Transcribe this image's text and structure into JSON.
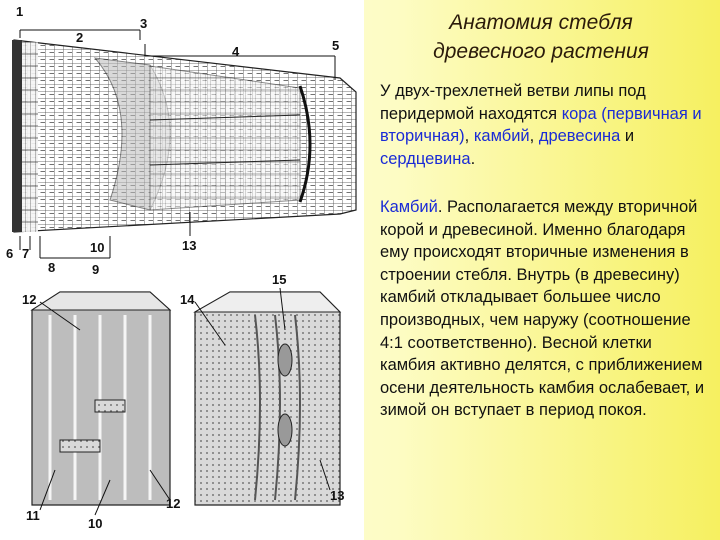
{
  "slide": {
    "title_line1": "Анатомия стебля",
    "title_line2": "древесного растения",
    "para1": {
      "t1": "У двух-трехлетней ветви липы под перидермой находятся ",
      "kora": "кора (первичная и вторичная)",
      "t2": ", ",
      "kambiy": "камбий",
      "t3": ", ",
      "drevesina": "древесина",
      "t4": " и ",
      "serdcevina": "сердцевина",
      "t5": "."
    },
    "para2": {
      "term": "Камбий",
      "body": ". Располагается между вторичной корой и древесиной. Именно благодаря ему происходят вторичные изменения в строении стебля. Внутрь (в древесину) камбий откладывает большее число производных, чем наружу (соотношение 4:1 соответственно). Весной клетки камбия активно делятся, с приближением осени деятельность камбия ослабевает, и зимой он вступает в период покоя."
    },
    "highlight_color": "#1a2bd6"
  },
  "figure": {
    "labels": {
      "n1": "1",
      "n2": "2",
      "n3": "3",
      "n4": "4",
      "n5": "5",
      "n6": "6",
      "n7": "7",
      "n8": "8",
      "n9": "9",
      "n10": "10",
      "n13": "13",
      "n12a": "12",
      "n14": "14",
      "n15": "15",
      "n11": "11",
      "n10b": "10",
      "n12b": "12",
      "n13b": "13"
    }
  }
}
